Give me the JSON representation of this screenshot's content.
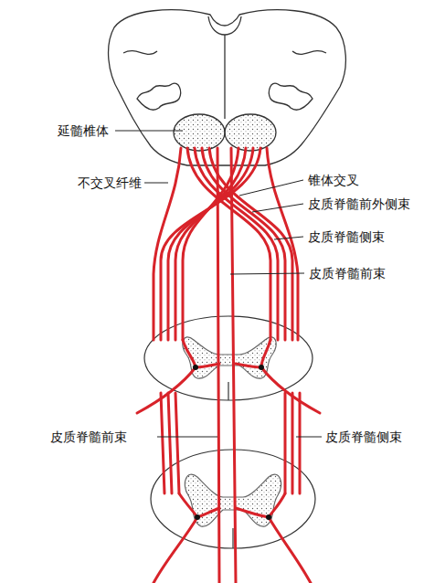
{
  "diagram": {
    "labels": [
      "延髓椎体",
      "不交叉纤维",
      "锥体交叉",
      "皮质脊髓前外侧束",
      "皮质脊髓侧束",
      "皮质脊髓前束",
      "皮质脊髓前束",
      "皮质脊髓侧束"
    ]
  }
}
